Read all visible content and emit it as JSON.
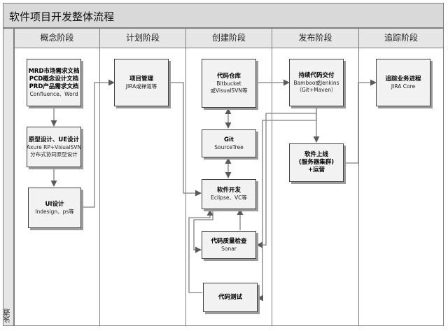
{
  "title": "软件项目开发整体流程",
  "swimlane_label": "泳道",
  "lanes": [
    {
      "title": "概念阶段"
    },
    {
      "title": "计划阶段"
    },
    {
      "title": "创建阶段"
    },
    {
      "title": "发布阶段"
    },
    {
      "title": "追踪阶段"
    }
  ],
  "nodes": {
    "concept_docs": {
      "lines": [
        "MRD市场需求文档",
        "PCD概念设计文档",
        "PRD产品需求文档"
      ],
      "sub": [
        "Confluence、Word"
      ]
    },
    "prototype": {
      "lines": [
        "原型设计、UE设计"
      ],
      "sub": [
        "Axure RP+VisualSVN",
        "分布式协同原型设计"
      ]
    },
    "ui_design": {
      "lines": [
        "UI设计"
      ],
      "sub": [
        "Indesign、ps等"
      ]
    },
    "project_mgmt": {
      "lines": [
        "项目管理"
      ],
      "sub": [
        "JIRA或禅道等"
      ]
    },
    "code_repo": {
      "lines": [
        "代码仓库"
      ],
      "sub": [
        "Bitbucket",
        "或VisualSVN等"
      ]
    },
    "git": {
      "lines": [
        "Git"
      ],
      "sub": [
        "SourceTree"
      ]
    },
    "dev": {
      "lines": [
        "软件开发"
      ],
      "sub": [
        "Eclipse、VC等"
      ]
    },
    "quality": {
      "lines": [
        "代码质量检查"
      ],
      "sub": [
        "Sonar"
      ]
    },
    "test": {
      "lines": [
        "代码测试"
      ],
      "sub": []
    },
    "ci": {
      "lines": [
        "持续代码交付"
      ],
      "sub": [
        "Bamboo或Jenkins",
        "（Git+Maven）"
      ]
    },
    "release": {
      "lines": [
        "软件上线",
        "(服务器集群)",
        "+运营"
      ],
      "sub": []
    },
    "tracking": {
      "lines": [
        "追踪业务进程"
      ],
      "sub": [
        "JIRA Core"
      ]
    }
  }
}
